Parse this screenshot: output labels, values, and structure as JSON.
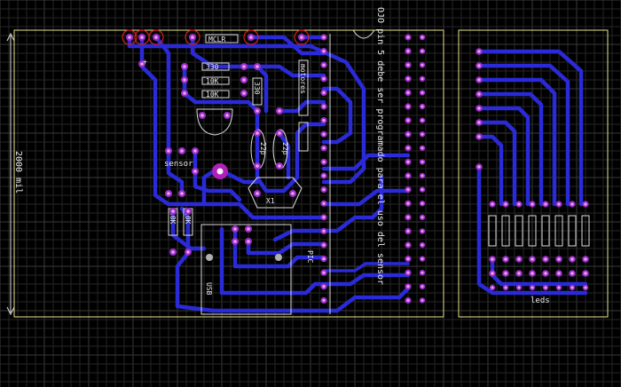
{
  "board": {
    "labels": {
      "mclr": "MCLR",
      "r1": "330",
      "r2": "10K",
      "r3": "10K",
      "sensor": "sensor",
      "motores": "motores",
      "crystal": "X1",
      "usb": "USB",
      "rj_a": "10K",
      "rj_b": "10K",
      "pic": "PIC",
      "leds": "leds",
      "dimension": "2000 mil",
      "c1": "22p",
      "c2": "22p",
      "rv": "330",
      "note": "OJO pin 5 debe ser programado para el uso del sensor"
    }
  },
  "colors": {
    "background": "#000000",
    "grid": "#2a2a2a",
    "trace": "#2a2ad8",
    "pad": "#9a2ec8",
    "outline": "#e6e68a",
    "silkscreen": "#dcdcdc"
  }
}
